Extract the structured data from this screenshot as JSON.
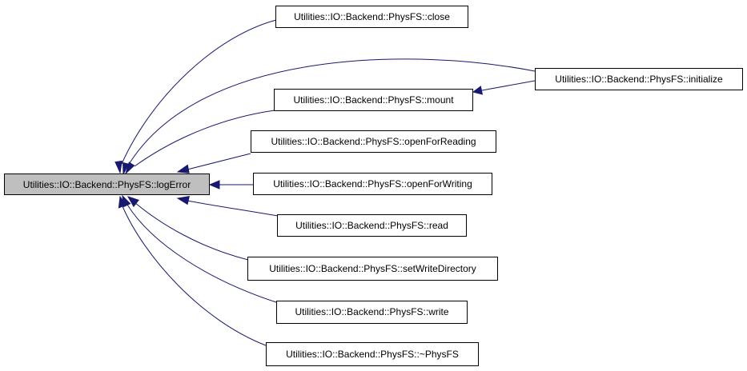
{
  "colors": {
    "edge": "#191970",
    "root_fill": "#bfbfbf",
    "node_fill": "#ffffff",
    "border": "#000000"
  },
  "nodes": {
    "logError": "Utilities::IO::Backend::PhysFS::logError",
    "close": "Utilities::IO::Backend::PhysFS::close",
    "initialize": "Utilities::IO::Backend::PhysFS::initialize",
    "mount": "Utilities::IO::Backend::PhysFS::mount",
    "openForReading": "Utilities::IO::Backend::PhysFS::openForReading",
    "openForWriting": "Utilities::IO::Backend::PhysFS::openForWriting",
    "read": "Utilities::IO::Backend::PhysFS::read",
    "setWriteDirectory": "Utilities::IO::Backend::PhysFS::setWriteDirectory",
    "write": "Utilities::IO::Backend::PhysFS::write",
    "destructor": "Utilities::IO::Backend::PhysFS::~PhysFS"
  },
  "edges": [
    {
      "from": "close",
      "to": "logError"
    },
    {
      "from": "initialize",
      "to": "logError"
    },
    {
      "from": "mount",
      "to": "logError"
    },
    {
      "from": "initialize",
      "to": "mount"
    },
    {
      "from": "openForReading",
      "to": "logError"
    },
    {
      "from": "openForWriting",
      "to": "logError"
    },
    {
      "from": "read",
      "to": "logError"
    },
    {
      "from": "setWriteDirectory",
      "to": "logError"
    },
    {
      "from": "write",
      "to": "logError"
    },
    {
      "from": "destructor",
      "to": "logError"
    }
  ]
}
